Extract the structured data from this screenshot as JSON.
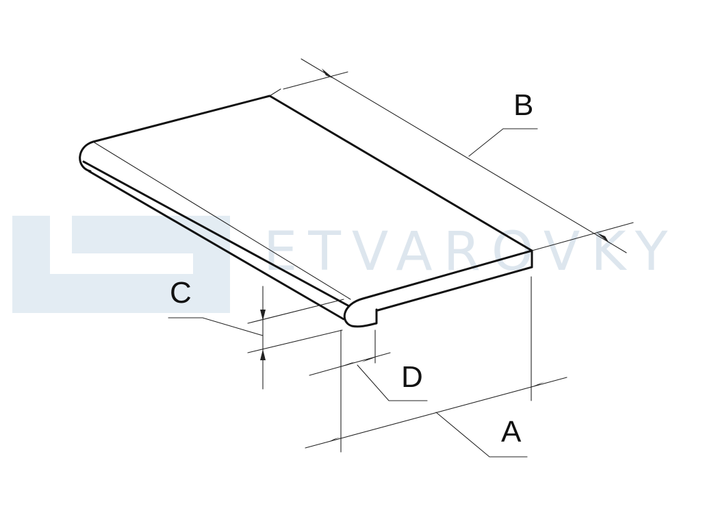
{
  "watermark": {
    "text": "ETVAROVKY",
    "color": "#dde6ee",
    "logo_shape": "bracket-logo"
  },
  "dimensions": {
    "A": "A",
    "B": "B",
    "C": "C",
    "D": "D"
  },
  "colors": {
    "line": "#111111",
    "watermark_logo": "#e3ecf3"
  }
}
